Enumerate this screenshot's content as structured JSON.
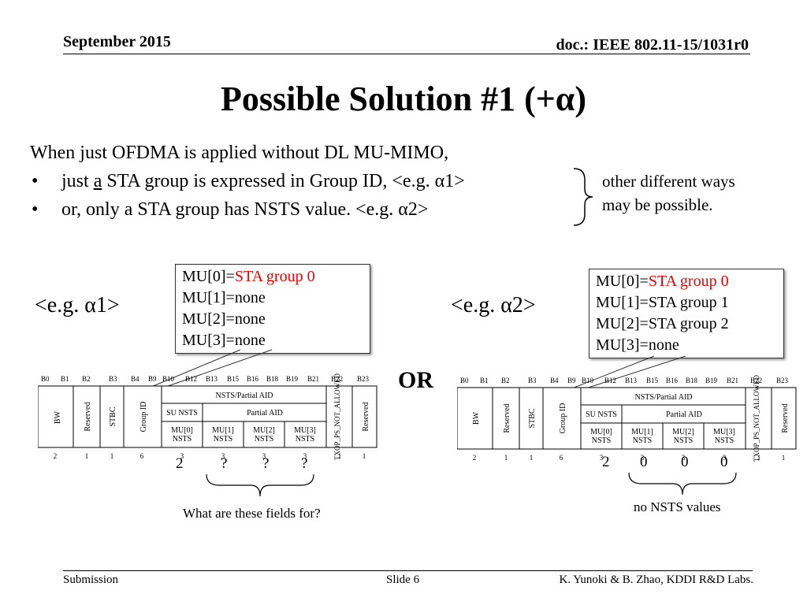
{
  "header": {
    "date": "September 2015",
    "doc": "doc.: IEEE 802.11-15/1031r0"
  },
  "title": "Possible Solution #1 (+α)",
  "intro": {
    "lead": "When just OFDMA is applied without DL MU-MIMO,",
    "bullet1_pre": "just ",
    "bullet1_underlined": "a",
    "bullet1_post": " STA group is expressed in Group ID, <e.g. α1>",
    "bullet2": "or, only a STA group has NSTS value. <e.g. α2>",
    "bullet_symbol": "•"
  },
  "note": {
    "line1": "other different ways",
    "line2": "may be possible."
  },
  "example1": {
    "label": "<e.g. α1>",
    "mu0_prefix": "MU[0]=",
    "mu0_value": "STA group 0",
    "mu1": "MU[1]=none",
    "mu2": "MU[2]=none",
    "mu3": "MU[3]=none",
    "values": [
      "2",
      "?",
      "?",
      "?"
    ],
    "caption": "What are these fields for?"
  },
  "or_label": "OR",
  "example2": {
    "label": "<e.g. α2>",
    "mu0_prefix": "MU[0]=",
    "mu0_value": "STA group 0",
    "mu1": "MU[1]=STA group 1",
    "mu2": "MU[2]=STA group 2",
    "mu3": "MU[3]=none",
    "values": [
      "2",
      "0",
      "0",
      "0"
    ],
    "caption": "no NSTS values"
  },
  "field_diagram": {
    "bits": [
      "B0",
      "B1",
      "B2",
      "B3",
      "B4",
      "B9",
      "B10",
      "B12",
      "B13",
      "B15",
      "B16",
      "B18",
      "B19",
      "B21",
      "B22",
      "B23"
    ],
    "fields": [
      "BW",
      "Reserved",
      "STBC",
      "Group ID",
      "Reserved"
    ],
    "nsts_header": "NSTS/Partial AID",
    "su_nsts": "SU NSTS",
    "partial_aid": "Partial AID",
    "mu_nsts": [
      "MU[0] NSTS",
      "MU[1] NSTS",
      "MU[2] NSTS",
      "MU[3] NSTS"
    ],
    "txop": "TXOP_PS_NOT_ALLOWED",
    "widths": [
      "2",
      "1",
      "1",
      "6",
      "3",
      "3",
      "3",
      "3",
      "1",
      "1"
    ]
  },
  "colors": {
    "accent_red": "#e00000"
  },
  "footer": {
    "left": "Submission",
    "center": "Slide 6",
    "right": "K. Yunoki & B. Zhao, KDDI R&D Labs."
  }
}
